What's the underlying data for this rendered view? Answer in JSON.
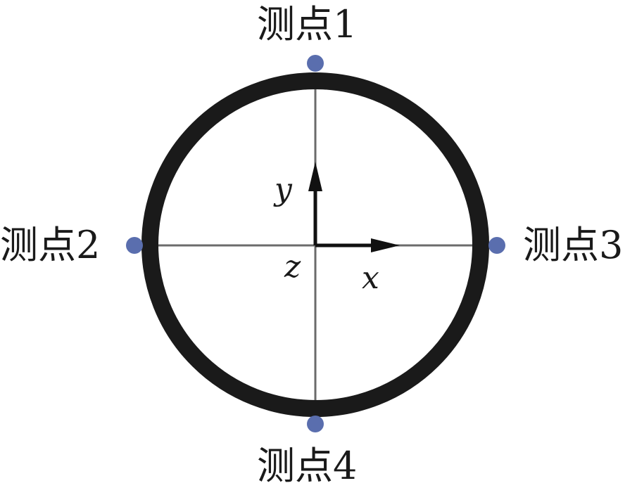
{
  "measurement_points": [
    {
      "id": "1",
      "label": "测点1"
    },
    {
      "id": "2",
      "label": "测点2"
    },
    {
      "id": "3",
      "label": "测点3"
    },
    {
      "id": "4",
      "label": "测点4"
    }
  ],
  "axes": {
    "x": "x",
    "y": "y",
    "z": "z"
  },
  "colors": {
    "ring": "#1a1a1a",
    "crosshair": "#6b6b6b",
    "points": "#5a6eae",
    "text": "#1a1a1a"
  }
}
